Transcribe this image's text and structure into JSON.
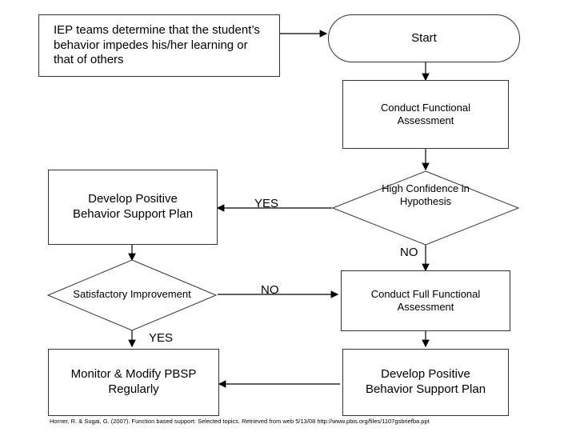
{
  "nodes": {
    "iep": "IEP teams determine that the student’s behavior impedes his/her learning or that of others",
    "start": "Start",
    "functional_assessment": "Conduct Functional Assessment",
    "confidence": "High Confidence in Hypothesis",
    "develop_pbsp_left": "Develop Positive Behavior Support Plan",
    "satisfactory": "Satisfactory Improvement",
    "full_functional": "Conduct Full Functional Assessment",
    "monitor": "Monitor & Modify PBSP Regularly",
    "develop_pbsp_bottom": "Develop Positive Behavior Support Plan"
  },
  "edge_labels": {
    "yes_confidence": "YES",
    "no_confidence": "NO",
    "no_satisfactory": "NO",
    "yes_satisfactory": "YES"
  },
  "citation": "Horner, R. & Sugai, G. (2007). Function based support: Selected topics. Retrieved from web 5/13/08 http://www.pbis.org/files/1107gsbriefba.ppt"
}
